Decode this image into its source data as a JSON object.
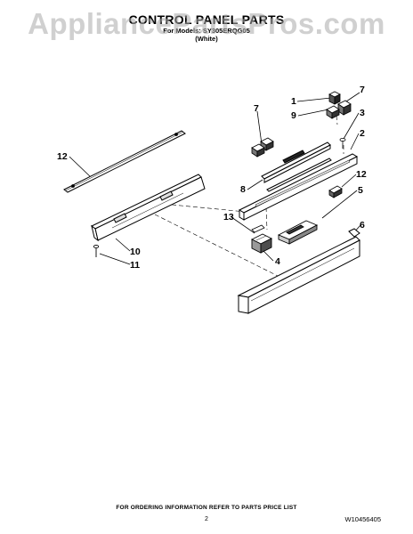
{
  "watermark": "AppliancePartsPros.com",
  "header": {
    "title": "CONTROL PANEL PARTS",
    "subtitle": "For Models: SY305ERQG05",
    "subtitle2": "(White)"
  },
  "callouts": {
    "c1": "1",
    "c2": "2",
    "c3": "3",
    "c4": "4",
    "c5": "5",
    "c6": "6",
    "c7a": "7",
    "c7b": "7",
    "c8": "8",
    "c9": "9",
    "c10": "10",
    "c11": "11",
    "c12a": "12",
    "c12b": "12",
    "c13": "13"
  },
  "footer": {
    "note": "FOR ORDERING INFORMATION REFER TO PARTS PRICE LIST",
    "page": "2",
    "code": "W10456405"
  }
}
